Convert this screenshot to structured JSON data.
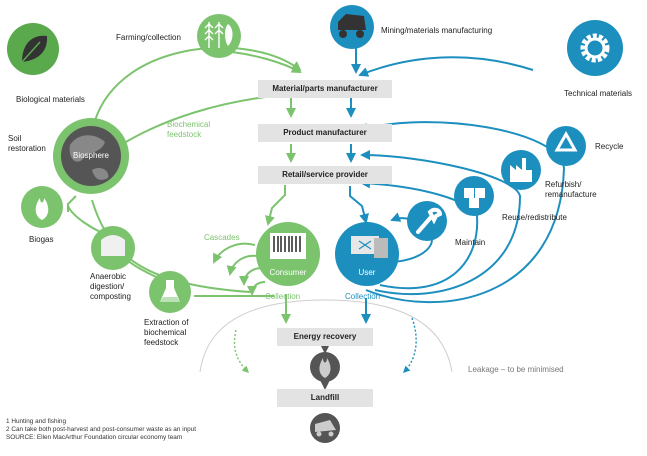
{
  "colors": {
    "green": "#7cc36e",
    "dark_green": "#5aa94c",
    "blue": "#1c8fbf",
    "grey": "#e3e3e3",
    "dark": "#555555"
  },
  "biological": {
    "title": "Biological materials",
    "farming": "Farming/collection",
    "soil_restoration": "Soil\nrestoration",
    "biosphere": "Biosphere",
    "biogas": "Biogas",
    "anaerobic": "Anaerobic\ndigestion/\ncomposting",
    "extraction": "Extraction of\nbiochemical\nfeedstock",
    "biochemical_feedstock": "Biochemical\nfeedstock",
    "cascades": "Cascades",
    "consumer": "Consumer",
    "collection": "Collection"
  },
  "technical": {
    "title": "Technical materials",
    "mining": "Mining/materials manufacturing",
    "recycle": "Recycle",
    "refurbish": "Refurbish/\nremanufacture",
    "reuse": "Reuse/redistribute",
    "maintain": "Maintain",
    "user": "User",
    "collection": "Collection"
  },
  "flow": {
    "parts": "Material/parts manufacturer",
    "product": "Product manufacturer",
    "retail": "Retail/service provider",
    "energy": "Energy recovery",
    "landfill": "Landfill",
    "leakage": "Leakage – to be minimised"
  },
  "footnotes": {
    "note1": "1 Hunting and fishing",
    "note2": "2 Can take both post-harvest and post-consumer waste as an input",
    "source": "SOURCE: Ellen MacArthur Foundation circular economy team"
  },
  "icons": [
    "leaf-icon",
    "wheat-fish-icon",
    "mining-truck-icon",
    "gear-icon",
    "globe-icon",
    "flame-icon",
    "digester-icon",
    "flask-icon",
    "barcode-icon",
    "laptop-icon",
    "wrench-icon",
    "boxes-icon",
    "factory-icon",
    "recycle-icon",
    "bin-truck-icon"
  ]
}
